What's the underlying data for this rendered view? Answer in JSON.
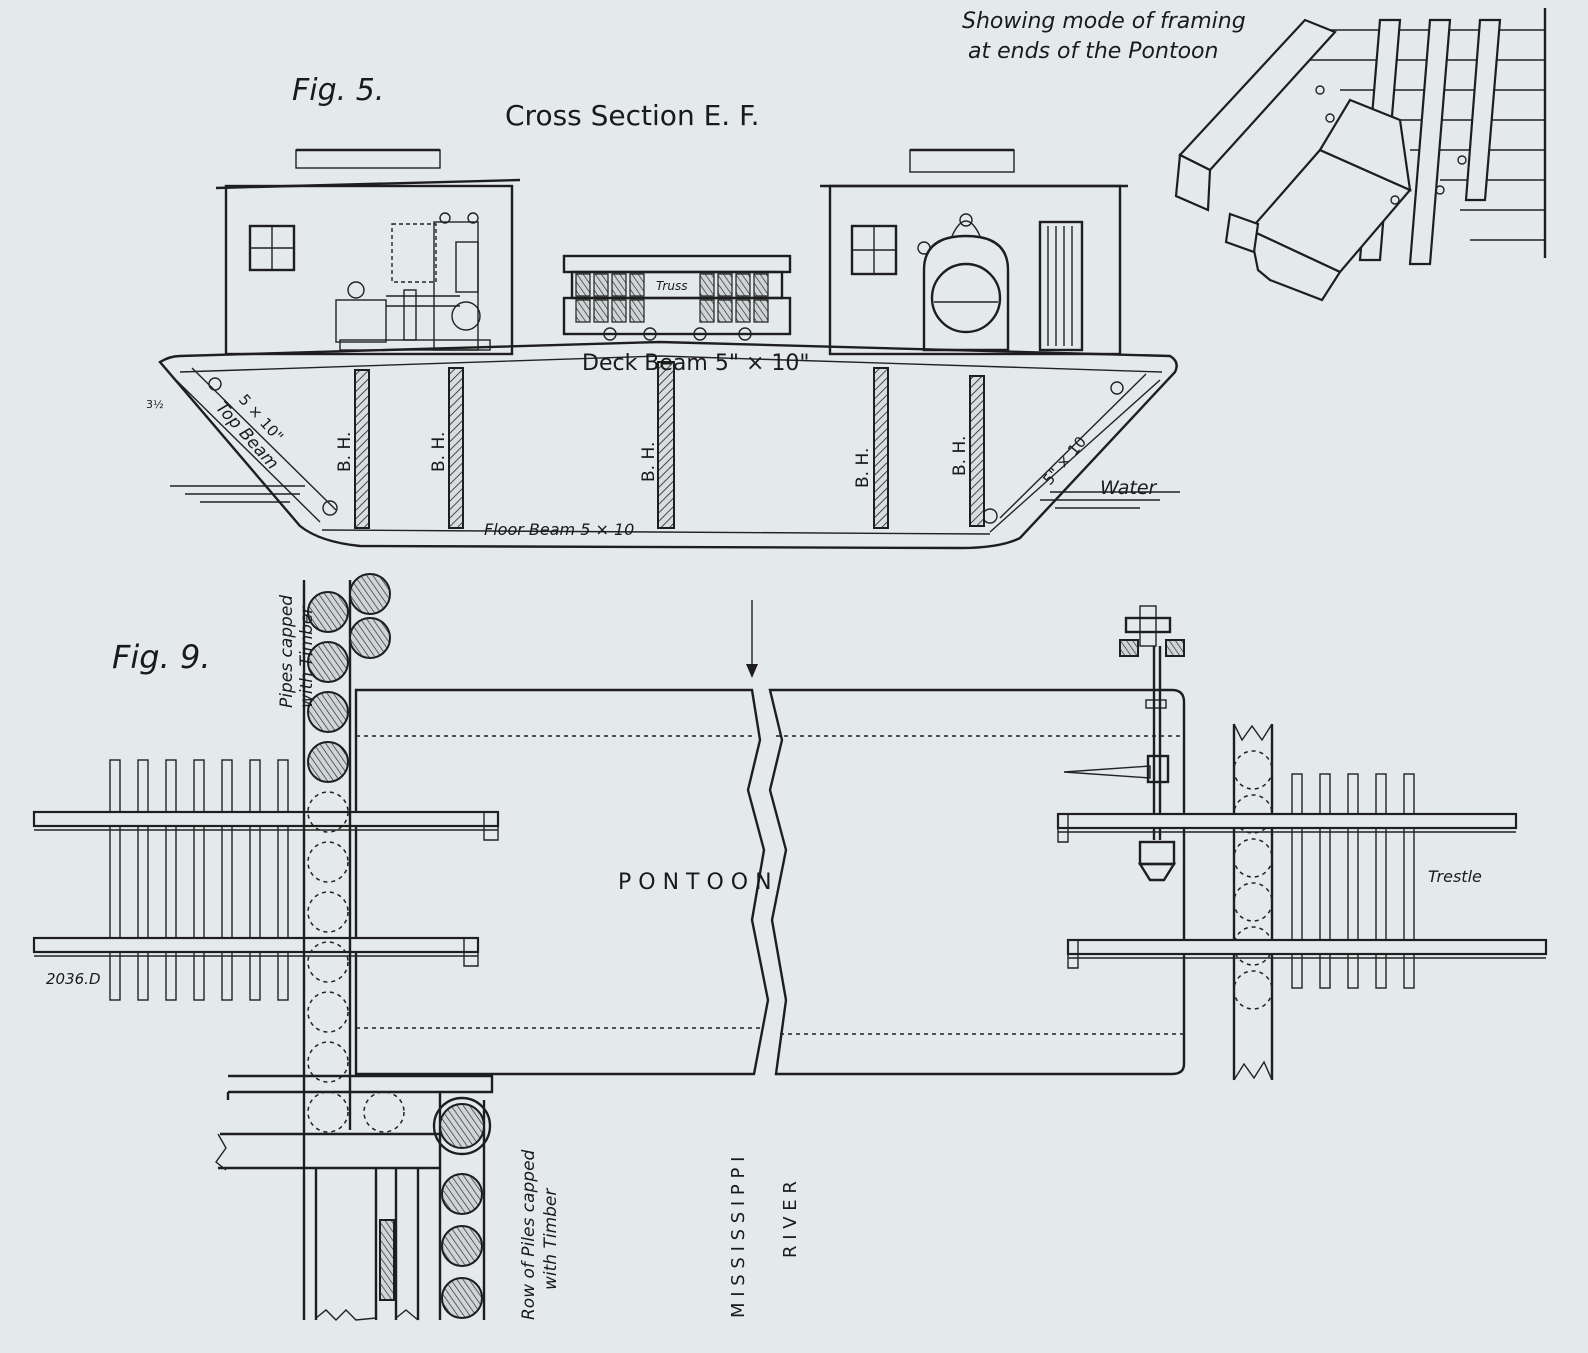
{
  "fig5": {
    "title": "Fig. 5.",
    "subtitle": "Cross Section E. F.",
    "deck_beam": "Deck Beam 5\" × 10\"",
    "floor_beam": "Floor Beam 5 × 10",
    "top_beam": "Top Beam",
    "top_beam_size": "5 × 10\"",
    "right_beam_size": "5\" × 10",
    "water": "Water",
    "truss": "Truss",
    "small_dim": "3½",
    "bulkhead": "B. H."
  },
  "fig_corner": {
    "caption_line1": "Showing mode of framing",
    "caption_line2": "at ends of the Pontoon"
  },
  "fig9": {
    "title": "Fig. 9.",
    "pipes_label_line1": "Pipes capped",
    "pipes_label_line2": "with Timber",
    "pontoon": "P O N T O O N",
    "trestle": "Trestle",
    "drawing_no": "2036.D",
    "piles_label_line1": "Row of Piles capped",
    "piles_label_line2": "with Timber",
    "river_line1": "M I S S I S S I P P I",
    "river_line2": "R I V E R"
  }
}
